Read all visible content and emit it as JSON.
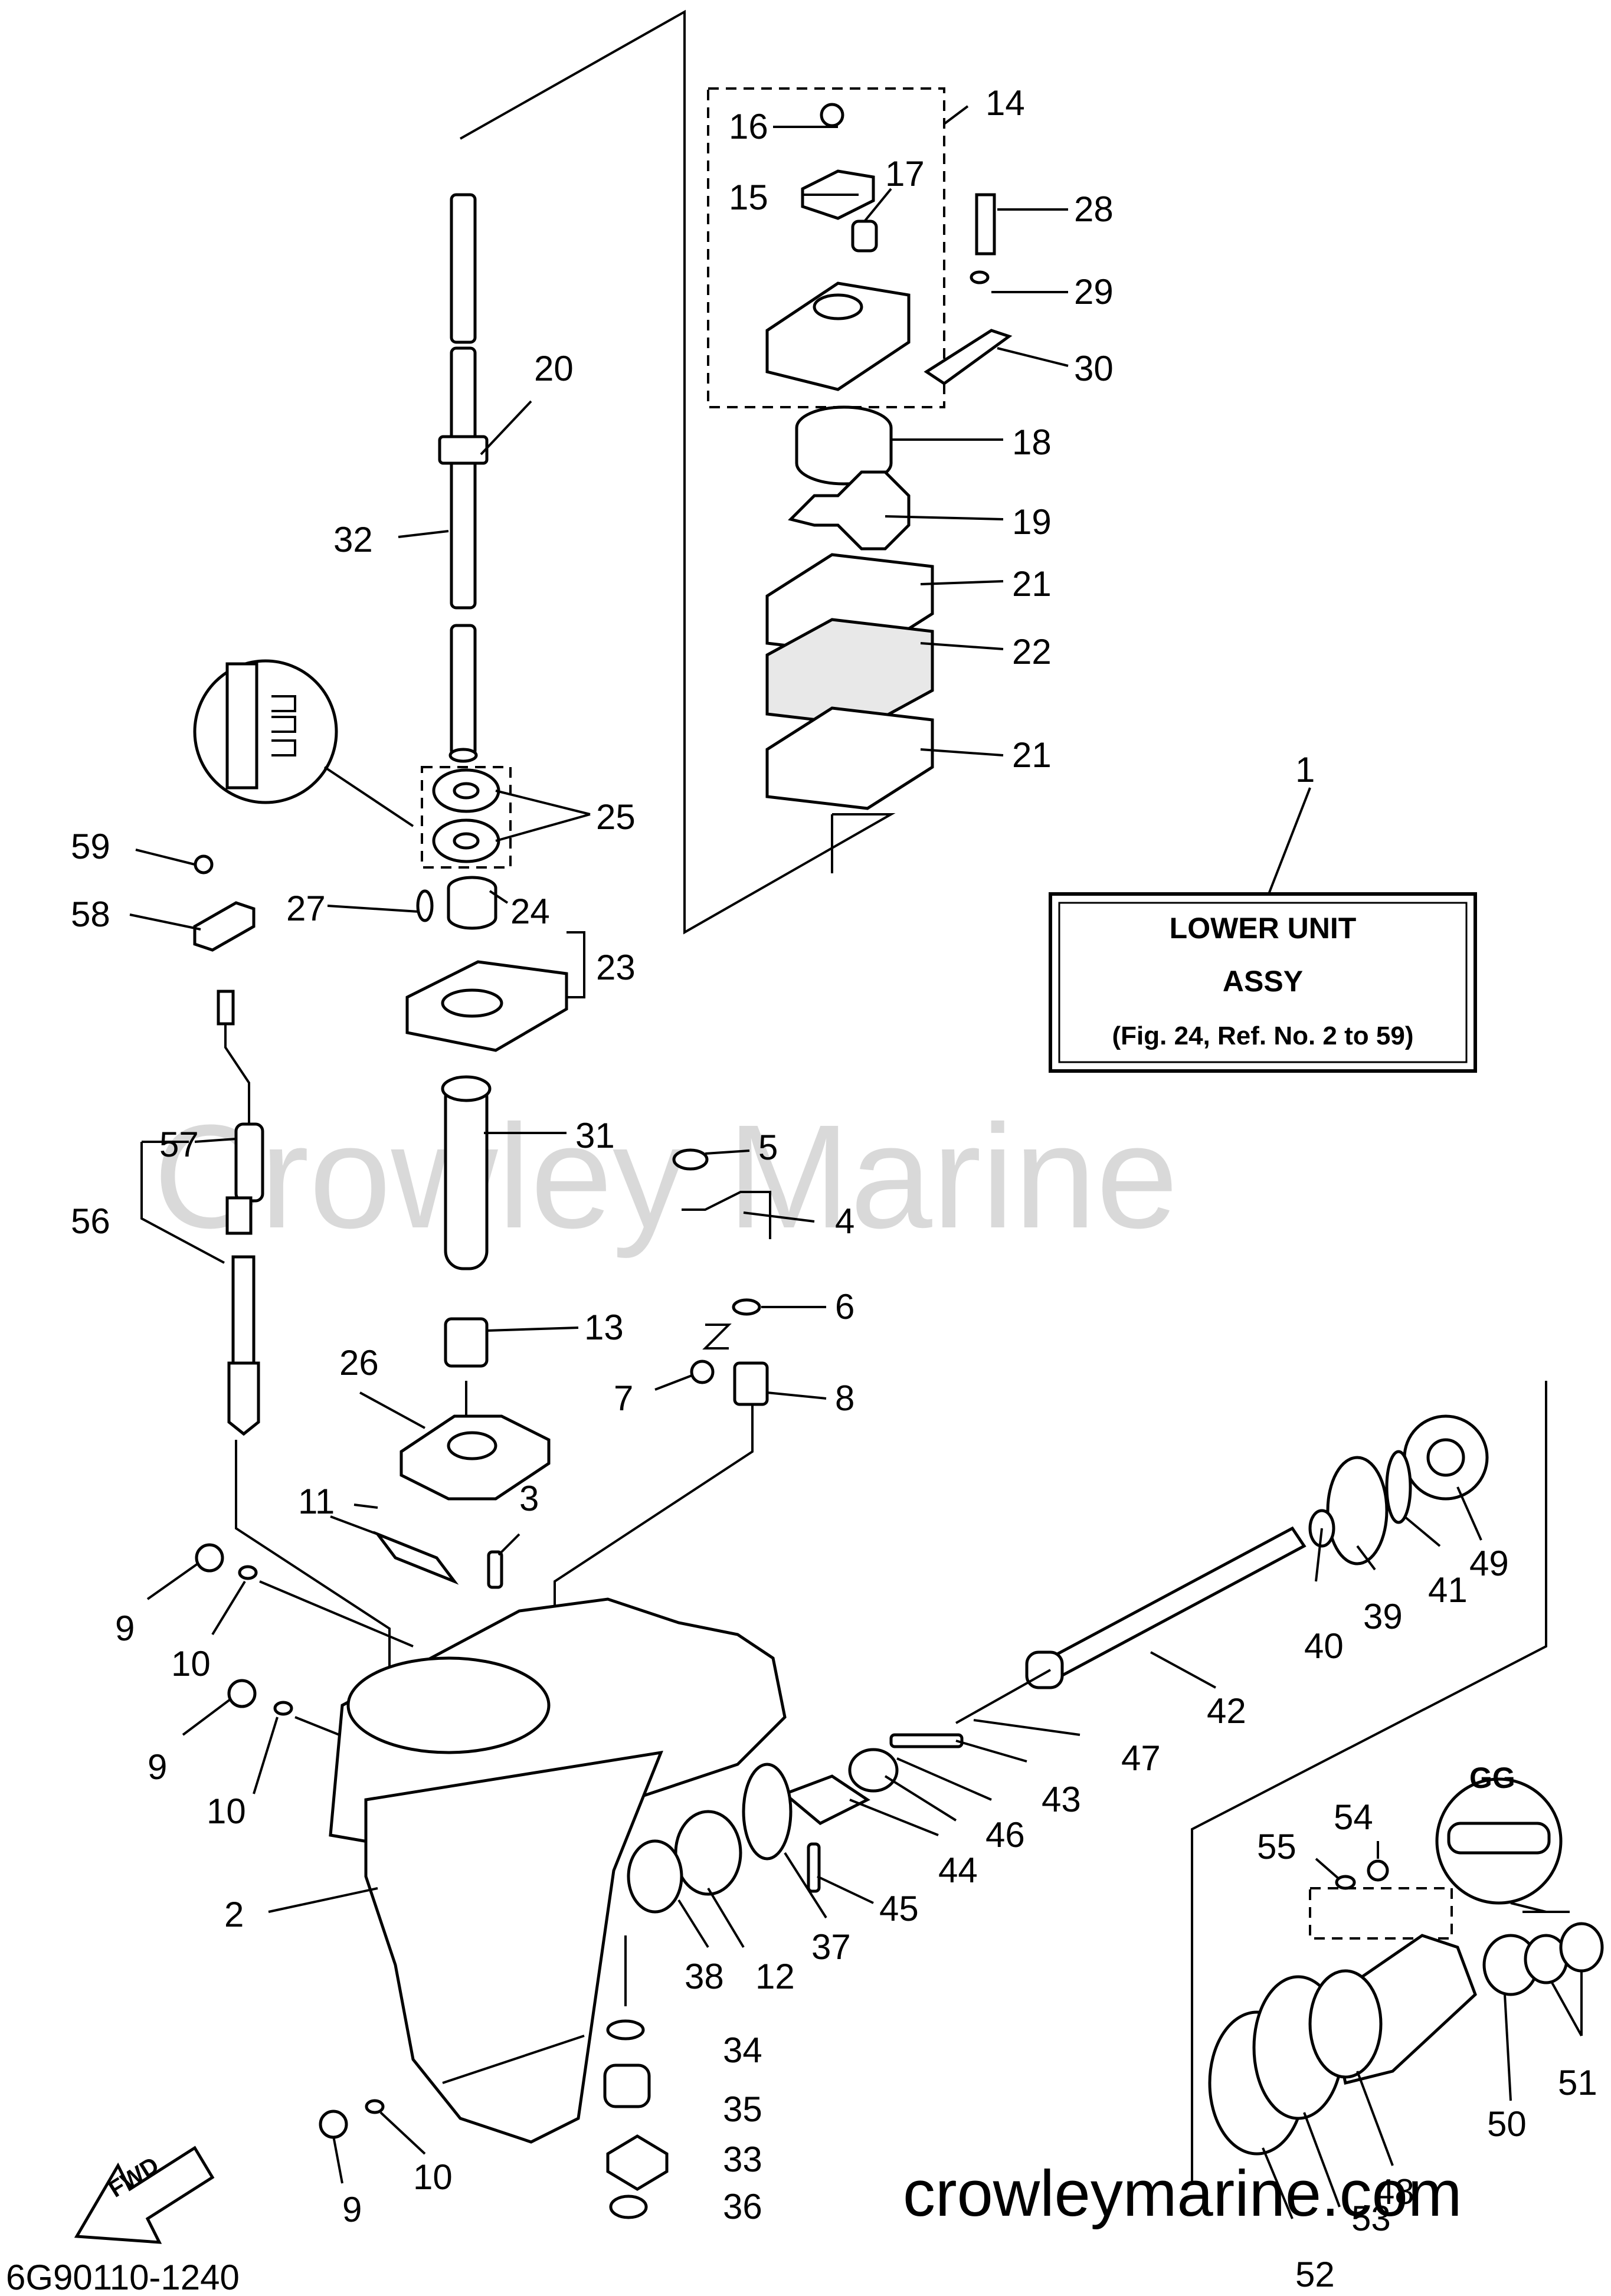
{
  "diagram": {
    "watermark": "Crowley Marine",
    "site": "crowleymarine.com",
    "figure_code": "6G90110-1240",
    "assy_box": {
      "ref": "1",
      "line1": "LOWER  UNIT",
      "line2": "ASSY",
      "line3": "(Fig. 24, Ref. No. 2 to 59)"
    },
    "fwd_label": "FWD",
    "grease_tag": "GG",
    "callouts": [
      "1",
      "2",
      "3",
      "4",
      "5",
      "6",
      "7",
      "8",
      "9",
      "9",
      "9",
      "10",
      "10",
      "10",
      "11",
      "12",
      "13",
      "14",
      "15",
      "16",
      "17",
      "18",
      "19",
      "20",
      "21",
      "21",
      "22",
      "23",
      "24",
      "25",
      "26",
      "27",
      "28",
      "29",
      "30",
      "31",
      "32",
      "33",
      "34",
      "35",
      "36",
      "37",
      "38",
      "39",
      "40",
      "41",
      "42",
      "43",
      "44",
      "45",
      "46",
      "47",
      "48",
      "49",
      "50",
      "51",
      "52",
      "53",
      "54",
      "55",
      "56",
      "57",
      "58",
      "59"
    ]
  }
}
